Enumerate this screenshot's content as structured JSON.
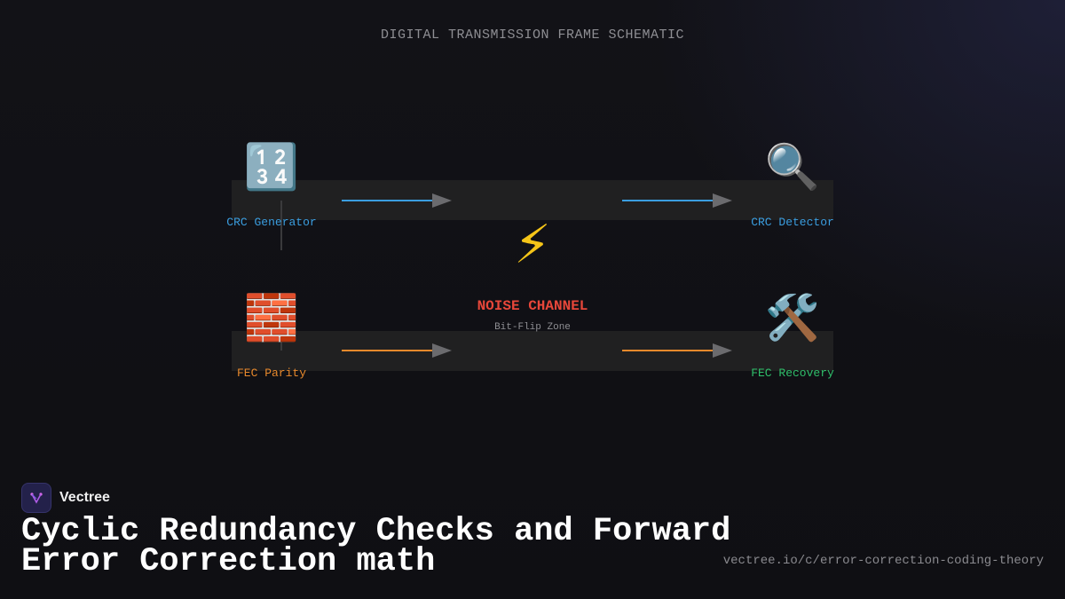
{
  "diagram": {
    "title": "DIGITAL TRANSMISSION FRAME SCHEMATIC",
    "nodes": {
      "crc_generator": {
        "icon": "input-numbers-icon",
        "glyph": "🔢",
        "label": "CRC Generator",
        "color": "#3b9ee0"
      },
      "crc_detector": {
        "icon": "magnifier-icon",
        "glyph": "🔍",
        "label": "CRC Detector",
        "color": "#3b9ee0"
      },
      "fec_parity": {
        "icon": "brick-icon",
        "glyph": "🧱",
        "label": "FEC Parity",
        "color": "#e8892c"
      },
      "fec_recovery": {
        "icon": "tools-icon",
        "glyph": "🛠️",
        "label": "FEC Recovery",
        "color": "#2fbf6a"
      }
    },
    "noise": {
      "icon": "lightning-icon",
      "glyph": "⚡",
      "title": "NOISE CHANNEL",
      "subtitle": "Bit-Flip Zone",
      "color": "#e8473a"
    },
    "arrow_colors": {
      "crc": "#3b9ee0",
      "fec": "#e8892c",
      "head": "#6b6b6e"
    }
  },
  "footer": {
    "brand_name": "Vectree",
    "brand_icon": "vectree-logo-icon",
    "title": "Cyclic Redundancy Checks and Forward Error Correction math",
    "url": "vectree.io/c/error-correction-coding-theory"
  }
}
